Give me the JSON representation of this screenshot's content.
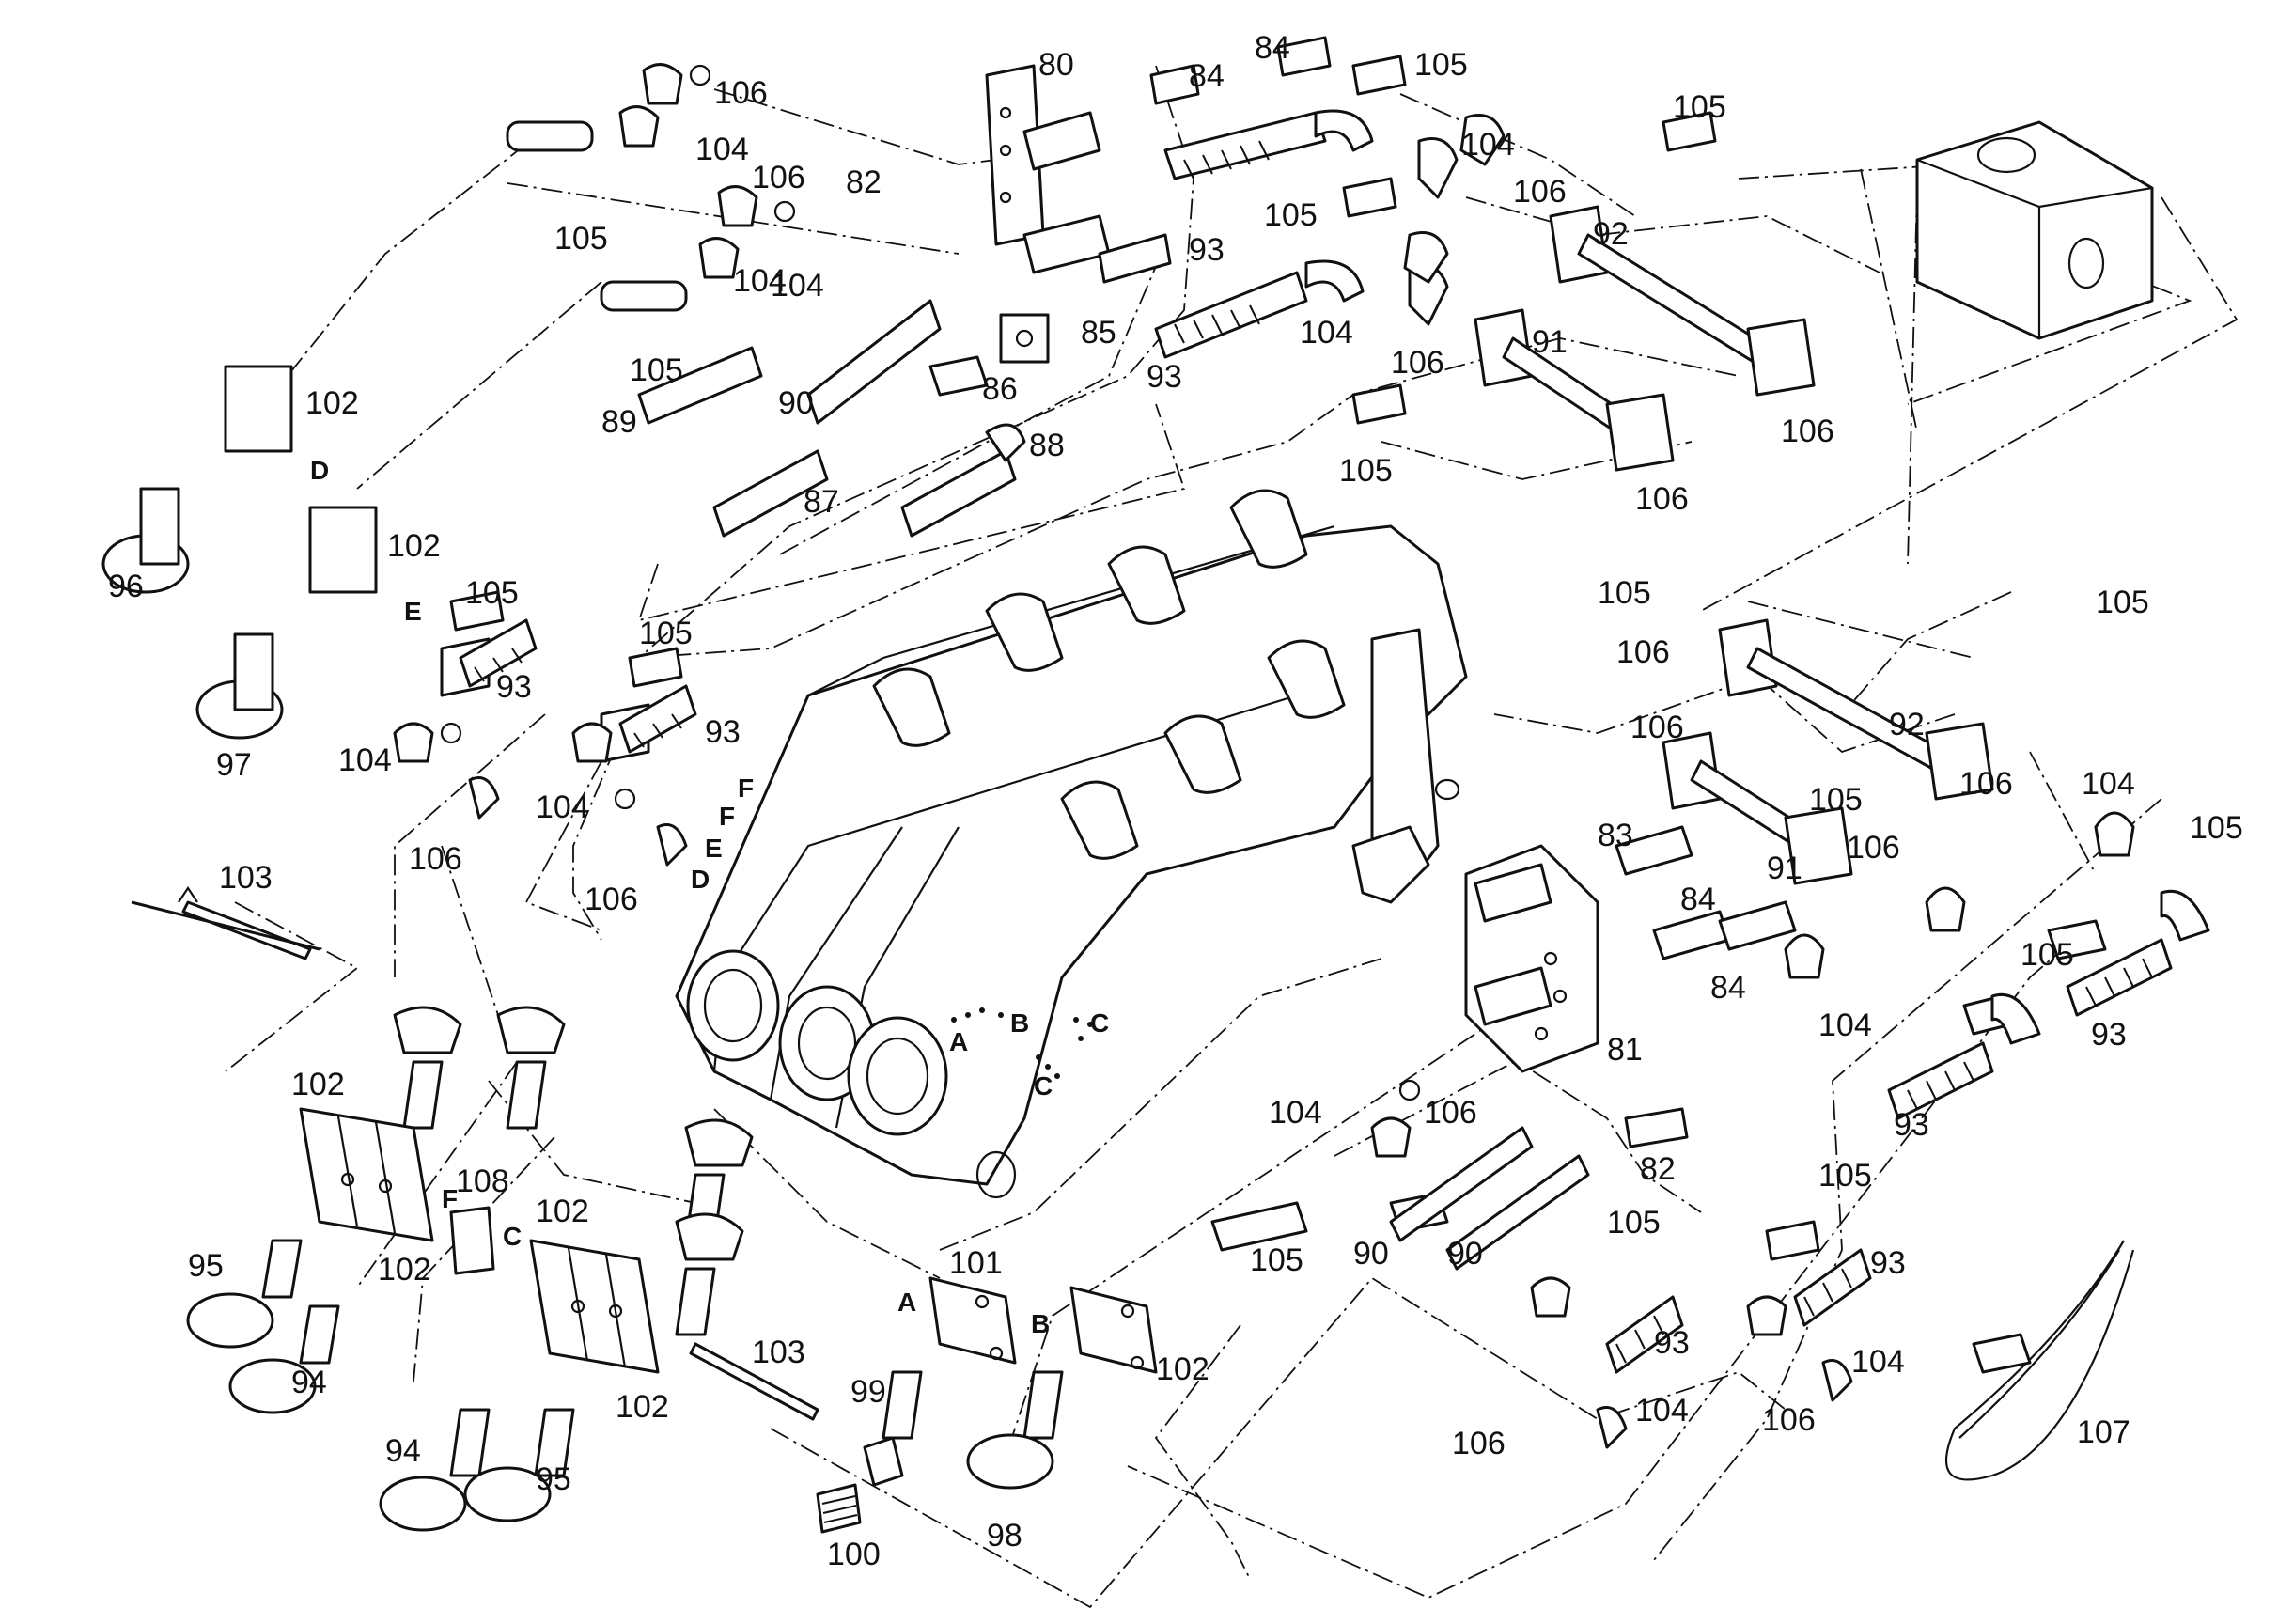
{
  "callouts": [
    {
      "id": "c80",
      "text": "80"
    },
    {
      "id": "c84a",
      "text": "84"
    },
    {
      "id": "c84b",
      "text": "84"
    },
    {
      "id": "c105a",
      "text": "105"
    },
    {
      "id": "c106a",
      "text": "106"
    },
    {
      "id": "c104a",
      "text": "104"
    },
    {
      "id": "c106b",
      "text": "106"
    },
    {
      "id": "c82a",
      "text": "82"
    },
    {
      "id": "c105b",
      "text": "105"
    },
    {
      "id": "c104b",
      "text": "104"
    },
    {
      "id": "c105c",
      "text": "105"
    },
    {
      "id": "c104c",
      "text": "104"
    },
    {
      "id": "c106c",
      "text": "106"
    },
    {
      "id": "c92a",
      "text": "92"
    },
    {
      "id": "c105d",
      "text": "105"
    },
    {
      "id": "c104d",
      "text": "104"
    },
    {
      "id": "c93a",
      "text": "93"
    },
    {
      "id": "c105e",
      "text": "105"
    },
    {
      "id": "c104e",
      "text": "104"
    },
    {
      "id": "c85",
      "text": "85"
    },
    {
      "id": "c93b",
      "text": "93"
    },
    {
      "id": "c106d",
      "text": "106"
    },
    {
      "id": "c91a",
      "text": "91"
    },
    {
      "id": "c106e",
      "text": "106"
    },
    {
      "id": "c105f",
      "text": "105"
    },
    {
      "id": "c90a",
      "text": "90"
    },
    {
      "id": "c86",
      "text": "86"
    },
    {
      "id": "c89",
      "text": "89"
    },
    {
      "id": "c88",
      "text": "88"
    },
    {
      "id": "c87",
      "text": "87"
    },
    {
      "id": "c105g",
      "text": "105"
    },
    {
      "id": "c106f",
      "text": "106"
    },
    {
      "id": "c102a",
      "text": "102"
    },
    {
      "id": "c102b",
      "text": "102"
    },
    {
      "id": "c96",
      "text": "96"
    },
    {
      "id": "c97",
      "text": "97"
    },
    {
      "id": "c105h",
      "text": "105"
    },
    {
      "id": "c93c",
      "text": "93"
    },
    {
      "id": "c105i",
      "text": "105"
    },
    {
      "id": "c93d",
      "text": "93"
    },
    {
      "id": "c104f",
      "text": "104"
    },
    {
      "id": "c104g",
      "text": "104"
    },
    {
      "id": "c106g",
      "text": "106"
    },
    {
      "id": "c106h",
      "text": "106"
    },
    {
      "id": "c105j",
      "text": "105"
    },
    {
      "id": "c106i",
      "text": "106"
    },
    {
      "id": "c92b",
      "text": "92"
    },
    {
      "id": "c106j",
      "text": "106"
    },
    {
      "id": "c105k",
      "text": "105"
    },
    {
      "id": "c106k",
      "text": "106"
    },
    {
      "id": "c104h",
      "text": "104"
    },
    {
      "id": "c105l",
      "text": "105"
    },
    {
      "id": "c91b",
      "text": "91"
    },
    {
      "id": "c106l",
      "text": "106"
    },
    {
      "id": "c83",
      "text": "83"
    },
    {
      "id": "c84c",
      "text": "84"
    },
    {
      "id": "c84d",
      "text": "84"
    },
    {
      "id": "c105m",
      "text": "105"
    },
    {
      "id": "c104i",
      "text": "104"
    },
    {
      "id": "c93e",
      "text": "93"
    },
    {
      "id": "c81",
      "text": "81"
    },
    {
      "id": "c93f",
      "text": "93"
    },
    {
      "id": "c103a",
      "text": "103"
    },
    {
      "id": "c102c",
      "text": "102"
    },
    {
      "id": "c108",
      "text": "108"
    },
    {
      "id": "c102d",
      "text": "102"
    },
    {
      "id": "c102e",
      "text": "102"
    },
    {
      "id": "c95a",
      "text": "95"
    },
    {
      "id": "c94a",
      "text": "94"
    },
    {
      "id": "c102f",
      "text": "102"
    },
    {
      "id": "c103b",
      "text": "103"
    },
    {
      "id": "c94b",
      "text": "94"
    },
    {
      "id": "c95b",
      "text": "95"
    },
    {
      "id": "c104j",
      "text": "104"
    },
    {
      "id": "c106m",
      "text": "106"
    },
    {
      "id": "c82b",
      "text": "82"
    },
    {
      "id": "c105n",
      "text": "105"
    },
    {
      "id": "c90b",
      "text": "90"
    },
    {
      "id": "c90c",
      "text": "90"
    },
    {
      "id": "c105o",
      "text": "105"
    },
    {
      "id": "c105p",
      "text": "105"
    },
    {
      "id": "c93g",
      "text": "93"
    },
    {
      "id": "c93h",
      "text": "93"
    },
    {
      "id": "c104k",
      "text": "104"
    },
    {
      "id": "c104l",
      "text": "104"
    },
    {
      "id": "c106n",
      "text": "106"
    },
    {
      "id": "c106o",
      "text": "106"
    },
    {
      "id": "c101",
      "text": "101"
    },
    {
      "id": "c102g",
      "text": "102"
    },
    {
      "id": "c99",
      "text": "99"
    },
    {
      "id": "c100",
      "text": "100"
    },
    {
      "id": "c98",
      "text": "98"
    },
    {
      "id": "c107",
      "text": "107"
    }
  ],
  "letters": [
    {
      "id": "lD1",
      "text": "D"
    },
    {
      "id": "lE1",
      "text": "E"
    },
    {
      "id": "lF1",
      "text": "F"
    },
    {
      "id": "lF2",
      "text": "F"
    },
    {
      "id": "lE2",
      "text": "E"
    },
    {
      "id": "lD2",
      "text": "D"
    },
    {
      "id": "lA1",
      "text": "A"
    },
    {
      "id": "lB1",
      "text": "B"
    },
    {
      "id": "lC1",
      "text": "C"
    },
    {
      "id": "lC2",
      "text": "C"
    },
    {
      "id": "lF3",
      "text": "F"
    },
    {
      "id": "lC3",
      "text": "C"
    },
    {
      "id": "lA2",
      "text": "A"
    },
    {
      "id": "lB2",
      "text": "B"
    }
  ]
}
